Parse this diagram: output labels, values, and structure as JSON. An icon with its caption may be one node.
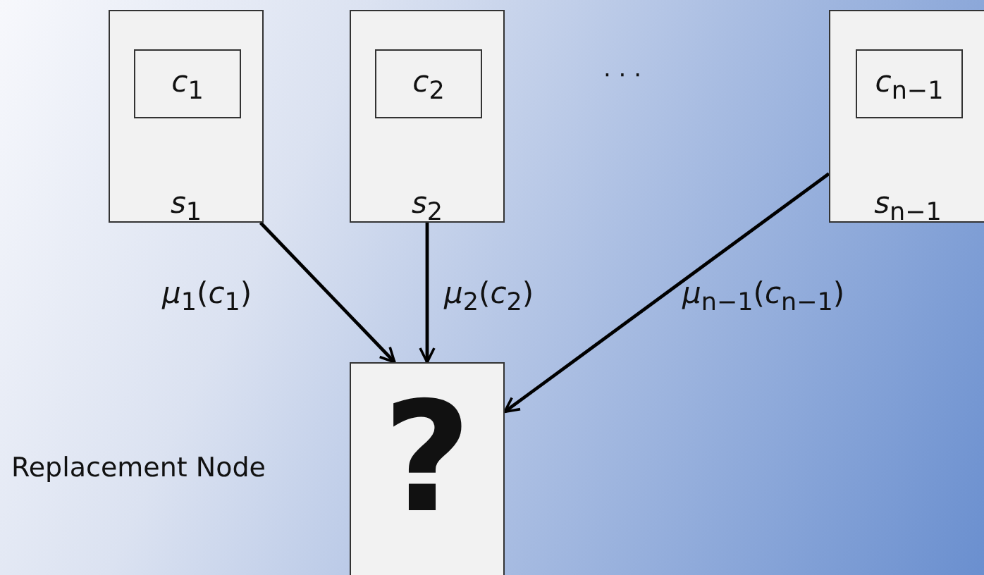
{
  "diagram": {
    "nodes": [
      {
        "text": [
          "*s*$_{1}$"
        ]
      },
      {
        "text": [
          "*c*$_{1}$"
        ],
        "in": 0
      },
      {
        "text": [
          "*s*$_{2}$"
        ]
      },
      {
        "text": [
          "*c*$_{2}$"
        ],
        "in": 2
      },
      {
        "text": [
          "*s*$_{n−1}$"
        ]
      },
      {
        "text": [
          "*c*$_{n−1}$"
        ],
        "in": 4
      },
      {
        "text": [
          "?"
        ],
        "beside": [
          "Replacement Node"
        ]
      }
    ],
    "edges": [
      {
        "from": 0,
        "to": 6,
        "arrow": "to",
        "label": "*μ*$_{1}$(*c*$_{1}$)"
      },
      {
        "from": 2,
        "to": 6,
        "arrow": "to",
        "label": "*μ*$_{2}$(*c*$_{2}$)"
      },
      {
        "from": 4,
        "to": 6,
        "arrow": "to",
        "label": "*μ*$_{n−1}$(*c*$_{n−1}$)"
      }
    ],
    "labels": [
      "· · ·"
    ]
  }
}
